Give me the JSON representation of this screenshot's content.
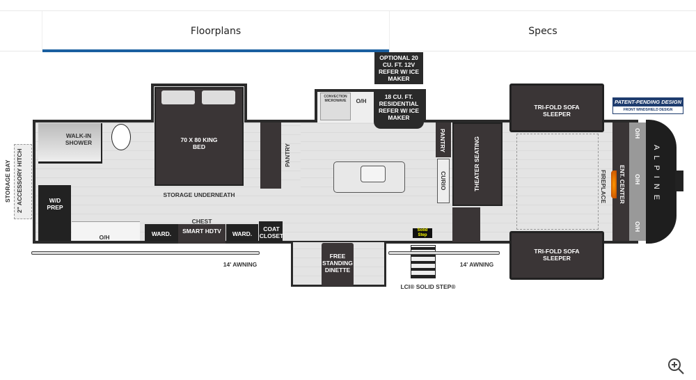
{
  "tabs": [
    {
      "label": "Floorplans",
      "active": true
    },
    {
      "label": "Specs",
      "active": false
    }
  ],
  "floorplan": {
    "labels": {
      "storage_bay": "STORAGE BAY",
      "accessory_hitch": "2\" ACCESSORY HITCH",
      "walk_in_shower": "WALK-IN SHOWER",
      "wd_prep": "W/D PREP",
      "oh_bath": "O/H",
      "king_bed": "70 X 80 KING BED",
      "storage_underneath": "STORAGE UNDERNEATH",
      "chest": "CHEST",
      "smart_hdtv": "SMART HDTV",
      "ward_left": "WARD.",
      "ward_right": "WARD.",
      "coat_closet": "COAT CLOSET",
      "pantry_left": "PANTRY",
      "awning_left": "14' AWNING",
      "optional_refer": "OPTIONAL 20 CU. FT. 12V REFER W/ ICE MAKER",
      "convection_microwave": "CONVECTION MICROWAVE",
      "oh_kitchen": "O/H",
      "residential_refer": "18 CU. FT. RESIDENTIAL REFER W/ ICE MAKER",
      "pantry_right": "PANTRY",
      "curio": "CURIO",
      "theater_seating": "THEATER SEATING",
      "dinette": "FREE STANDING DINETTE",
      "solid_step": "LCI® SOLID STEP®",
      "awning_right": "14' AWNING",
      "sofa_top": "TRI-FOLD SOFA SLEEPER",
      "sofa_bottom": "TRI-FOLD SOFA SLEEPER",
      "fireplace": "FIREPLACE",
      "ent_center": "ENT. CENTER",
      "oh_front_1": "O/H",
      "oh_front_2": "O/H",
      "oh_front_3": "O/H",
      "brand": "ALPINE",
      "patent_badge": "PATENT-PENDING DESIGN",
      "patent_sub": "FRONT WINDSHIELD DESIGN",
      "solid_step_logo": "Solid Step"
    }
  },
  "zoom_icon": "zoom-in-icon",
  "colors": {
    "accent": "#1a5fa0",
    "dark": "#3a3536"
  }
}
